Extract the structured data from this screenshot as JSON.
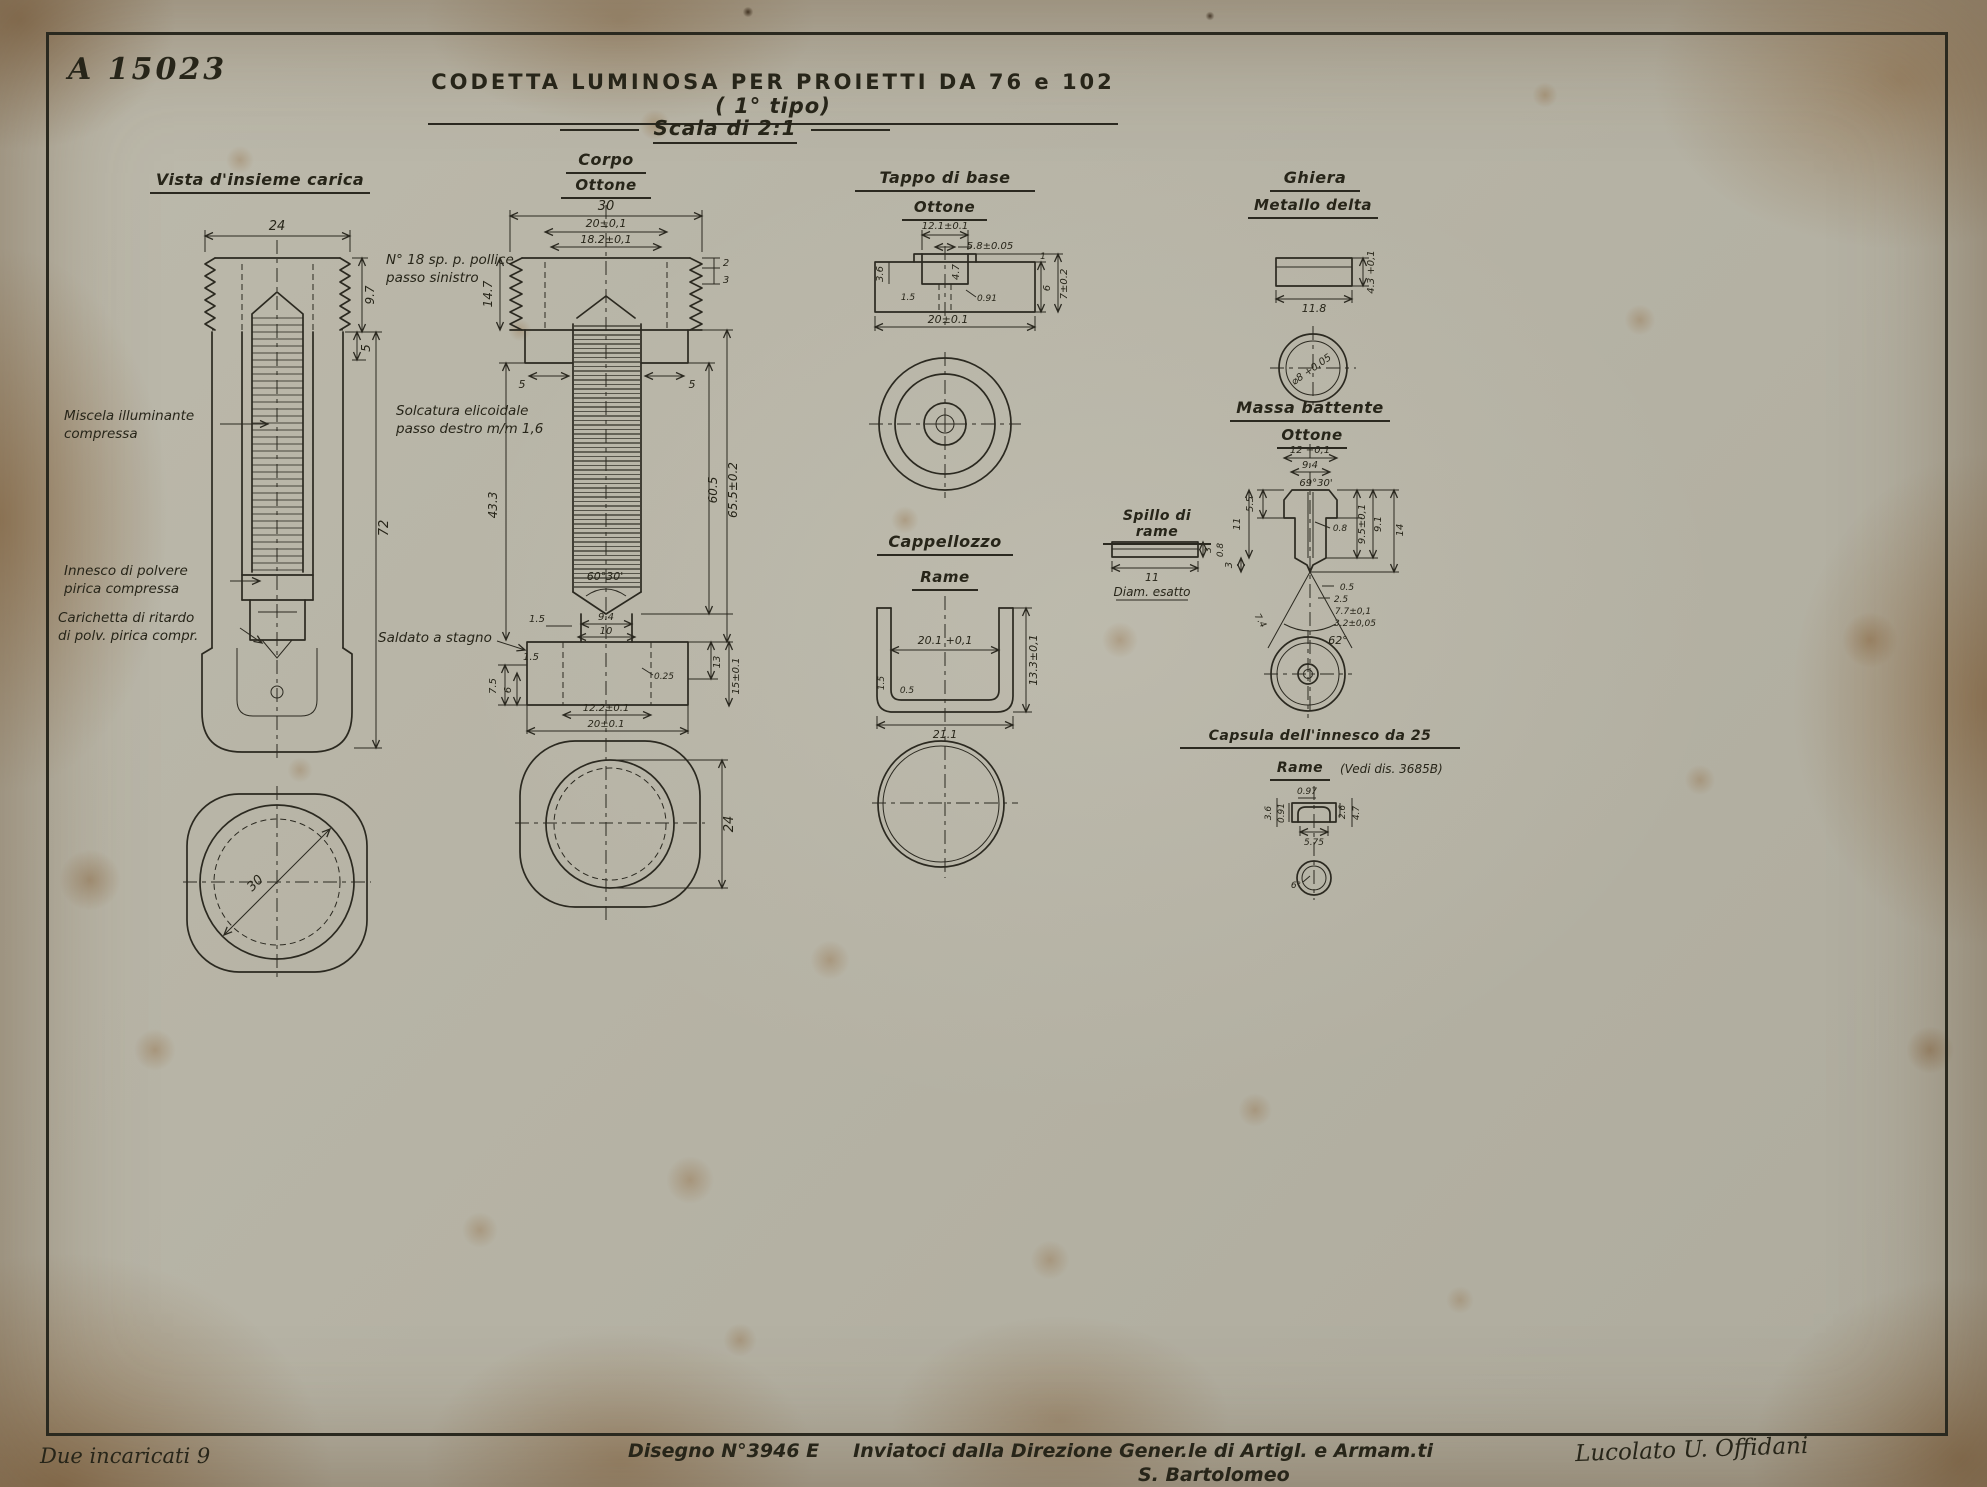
{
  "meta": {
    "code": "A 15023",
    "title": "CODETTA LUMINOSA PER PROIETTI DA 76 e 102",
    "title_suffix": "( 1° tipo)",
    "scale": "Scala di 2:1",
    "ink_color": "#2b2920",
    "paper_color": "#b7b4a6"
  },
  "vista": {
    "title": "Vista d'insieme carica",
    "dim_24": "24",
    "dim_9_7": "9.7",
    "dim_5": "5",
    "dim_72": "72",
    "dim_30": "30",
    "label_miscela": "Miscela illuminante\ncompressa",
    "label_innesco": "Innesco di polvere\npirica compressa",
    "label_carichetta": "Carichetta di ritardo\ndi polv. pirica compr."
  },
  "corpo": {
    "title": "Corpo",
    "material": "Ottone",
    "dim_30": "30",
    "dim_20_top": "20±0,1",
    "dim_18_2": "18.2±0,1",
    "note_filettatura": "N° 18 sp. p. pollice\npasso sinistro",
    "dim_14_7": "14.7",
    "dim_2": "2",
    "dim_3": "3",
    "dim_5_sx": "5",
    "dim_5_dx": "5",
    "note_solcatura": "Solcatura elicoidale\npasso destro m/m 1,6",
    "dim_43_3": "43.3",
    "dim_60_5": "60.5",
    "dim_65_5": "65.5±0.2",
    "angle_60_30": "60°30'",
    "dim_1_5": "1.5",
    "dim_9_4": "9.4",
    "dim_10": "10",
    "note_saldato": "Saldato a stagno",
    "dim_7_5": "7.5",
    "dim_6": "6",
    "dim_1_5_b": "1.5",
    "dim_13": "13",
    "dim_15": "15±0.1",
    "dim_0_25": "0.25",
    "dim_12_2": "12.2±0.1",
    "dim_20_bottom": "20±0.1",
    "dim_24": "24"
  },
  "tappo": {
    "title": "Tappo di base",
    "material": "Ottone",
    "dim_12_1": "12.1±0.1",
    "dim_5_8": "5.8±0.05",
    "dim_3_6": "3.6",
    "dim_1_5": "1.5",
    "dim_4_7": "4.7",
    "dim_0_91": "0.91",
    "dim_1": "1",
    "dim_6": "6",
    "dim_7": "7±0.2",
    "dim_20": "20±0.1"
  },
  "cappellozzo": {
    "title": "Cappellozzo",
    "material": "Rame",
    "dim_20_1": "20.1 +0,1",
    "dim_13_3": "13.3±0,1",
    "dim_1_5": "1.5",
    "dim_0_5": "0.5",
    "dim_21_1": "21.1"
  },
  "ghiera": {
    "title": "Ghiera",
    "material": "Metallo delta",
    "dim_11_8": "11.8",
    "dim_4_3": "4.3 +0,1",
    "dim_8": "⌀8 +0,05"
  },
  "massa": {
    "title": "Massa battente",
    "material": "Ottone",
    "dim_12": "12 +0,1",
    "dim_9_4": "9.4",
    "angle_69_30": "69°30'",
    "dim_5_5": "5.5",
    "dim_11": "11",
    "dim_3": "3",
    "dim_0_8": "0.8",
    "dim_9_5": "9.5±0,1",
    "dim_9_1": "9.1",
    "dim_14": "14",
    "dim_0_5": "0.5",
    "dim_2_5": "2.5",
    "dim_7_7": "7.7±0,1",
    "dim_3_2": "3.2±0,05",
    "angle_62": "62°",
    "dim_7_4": "7.4",
    "spillo_label": "Spillo di rame",
    "spillo_dim_11": "11",
    "spillo_note": "Diam. esatto",
    "spillo_dim_3": "3",
    "spillo_dim_0_8": "0.8"
  },
  "capsula": {
    "title": "Capsula dell'innesco da 25",
    "material": "Rame",
    "ref": "(Vedi dis. 3685B)",
    "dim_0_97": "0.97",
    "dim_0_91": "0.91",
    "dim_3_6": "3.6",
    "dim_2_6": "2.6",
    "dim_4_7": "4.7",
    "dim_5_75": "5.75",
    "angle_6": "6°"
  },
  "footer": {
    "left_note": "Due incaricati 9",
    "drawing_no": "Disegno N°3946 E",
    "received": "Inviatoci dalla Direzione Gener.le di Artigl. e Armam.ti",
    "place": "S. Bartolomeo",
    "signature": "Lucolato   U. Offidani"
  }
}
